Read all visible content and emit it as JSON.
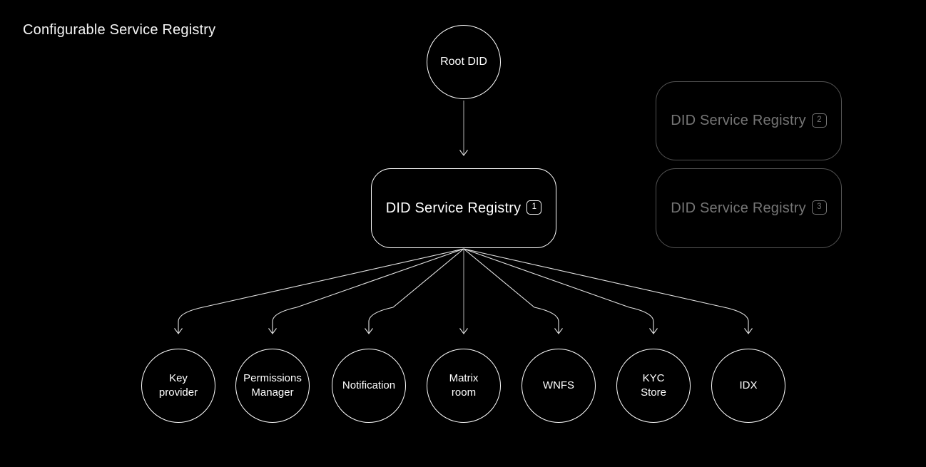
{
  "page": {
    "title": "Configurable Service Registry",
    "background_color": "#000000",
    "foreground_color": "#ffffff",
    "dimmed_text_color": "#757575",
    "dimmed_border_color": "#525252",
    "arrow_color": "#e3e3e3"
  },
  "diagram": {
    "root": {
      "label": "Root DID"
    },
    "registries": [
      {
        "label": "DID Service Registry",
        "badge": "1",
        "state": "active"
      },
      {
        "label": "DID Service Registry",
        "badge": "2",
        "state": "inactive"
      },
      {
        "label": "DID Service Registry",
        "badge": "3",
        "state": "inactive"
      }
    ],
    "services": [
      {
        "label": "Key\nprovider"
      },
      {
        "label": "Permissions\nManager"
      },
      {
        "label": "Notification"
      },
      {
        "label": "Matrix\nroom"
      },
      {
        "label": "WNFS"
      },
      {
        "label": "KYC\nStore"
      },
      {
        "label": "IDX"
      }
    ]
  }
}
